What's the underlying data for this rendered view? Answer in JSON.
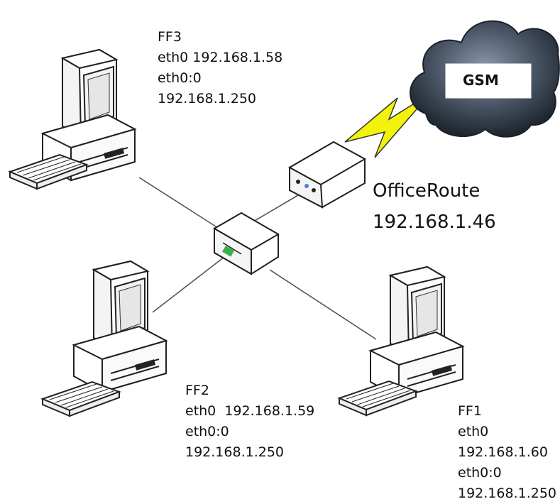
{
  "nodes": {
    "ff3": {
      "name": "FF3",
      "eth0": "eth0 192.168.1.58",
      "alias_label": "eth0:0",
      "alias_ip": "192.168.1.250"
    },
    "ff2": {
      "name": "FF2",
      "eth0": "eth0  192.168.1.59",
      "alias_label": "eth0:0",
      "alias_ip": "192.168.1.250"
    },
    "ff1": {
      "name": "FF1",
      "eth0_label": "eth0",
      "eth0_ip": "192.168.1.60",
      "alias_label": "eth0:0",
      "alias_ip": "192.168.1.250"
    },
    "router": {
      "name": "OfficeRoute",
      "ip": "192.168.1.46"
    },
    "cloud": {
      "name": "GSM"
    }
  },
  "colors": {
    "cloud_dark": "#2b3440",
    "cloud_light": "#7c8ba0",
    "lightning": "#f2f20a",
    "link": "#555555",
    "device_fill": "#ffffff",
    "device_stroke": "#222222"
  }
}
